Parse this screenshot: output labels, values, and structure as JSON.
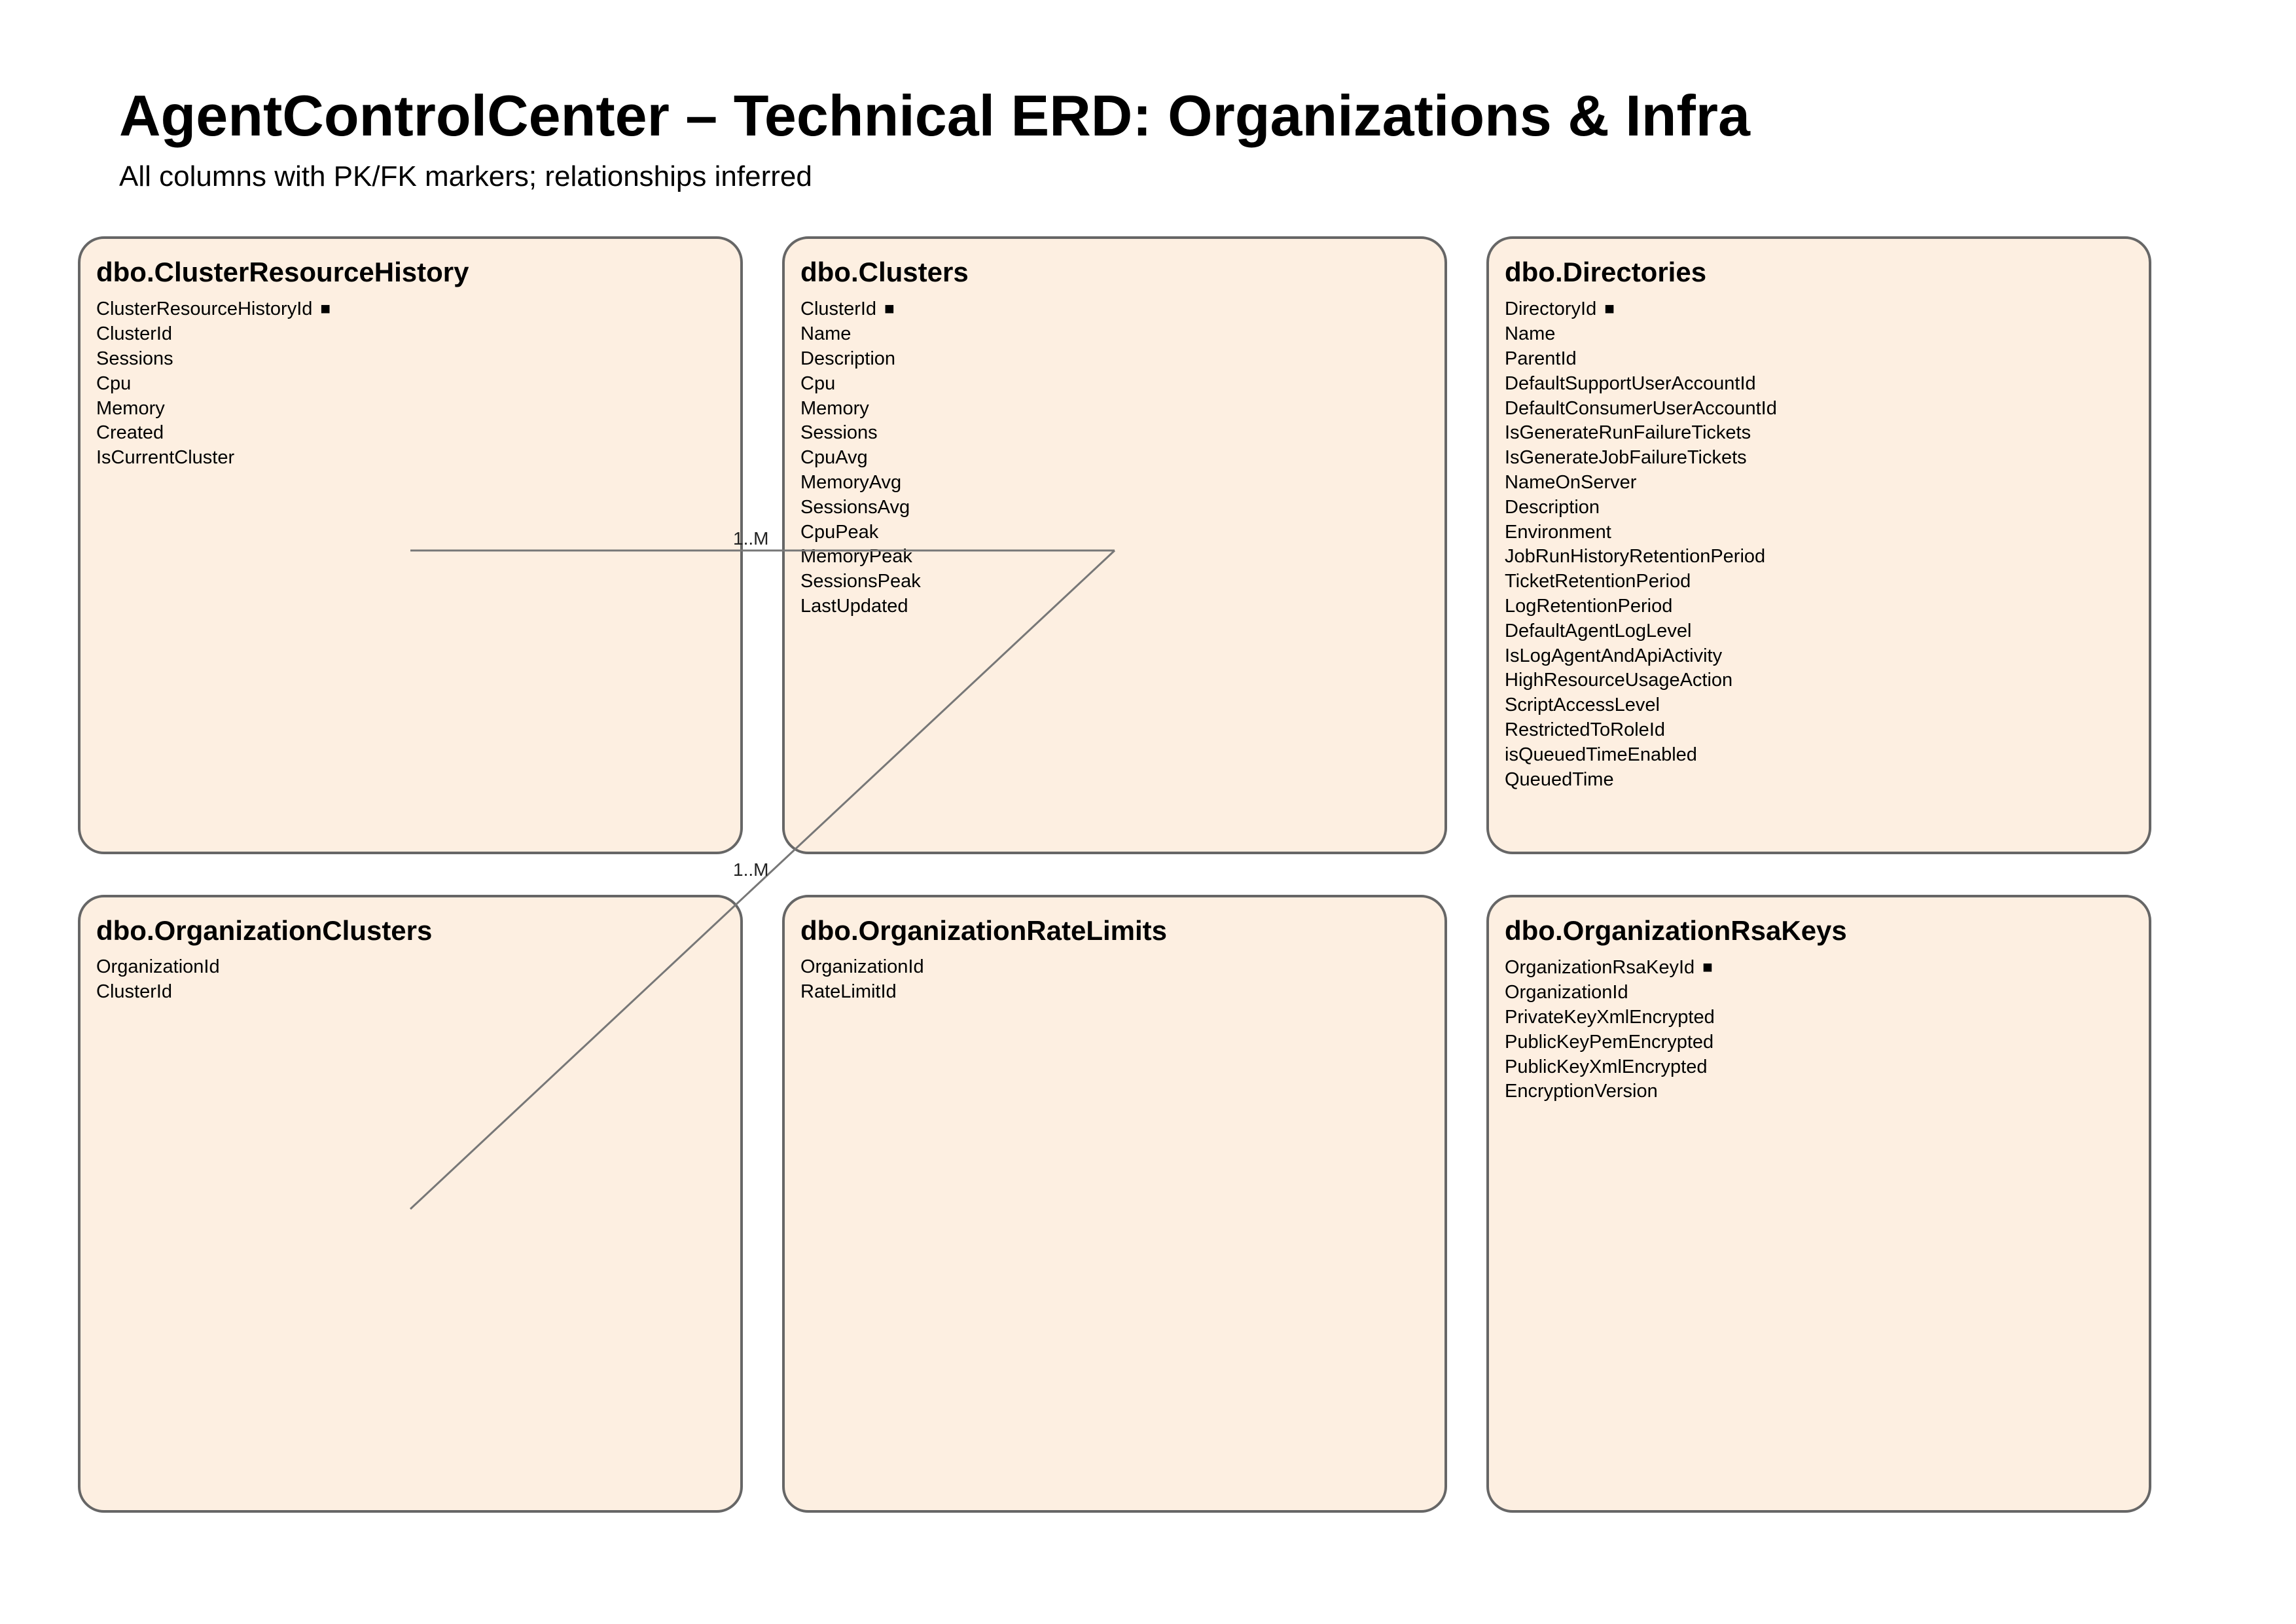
{
  "title": "AgentControlCenter – Technical ERD: Organizations & Infra",
  "subtitle": "All columns with PK/FK markers; relationships inferred",
  "pk_marker": "■",
  "entities": [
    {
      "name": "dbo.ClusterResourceHistory",
      "columns": [
        {
          "name": "ClusterResourceHistoryId",
          "pk": true
        },
        {
          "name": "ClusterId"
        },
        {
          "name": "Sessions"
        },
        {
          "name": "Cpu"
        },
        {
          "name": "Memory"
        },
        {
          "name": "Created"
        },
        {
          "name": "IsCurrentCluster"
        }
      ]
    },
    {
      "name": "dbo.Clusters",
      "columns": [
        {
          "name": "ClusterId",
          "pk": true
        },
        {
          "name": "Name"
        },
        {
          "name": "Description"
        },
        {
          "name": "Cpu"
        },
        {
          "name": "Memory"
        },
        {
          "name": "Sessions"
        },
        {
          "name": "CpuAvg"
        },
        {
          "name": "MemoryAvg"
        },
        {
          "name": "SessionsAvg"
        },
        {
          "name": "CpuPeak"
        },
        {
          "name": "MemoryPeak"
        },
        {
          "name": "SessionsPeak"
        },
        {
          "name": "LastUpdated"
        }
      ]
    },
    {
      "name": "dbo.Directories",
      "columns": [
        {
          "name": "DirectoryId",
          "pk": true
        },
        {
          "name": "Name"
        },
        {
          "name": "ParentId"
        },
        {
          "name": "DefaultSupportUserAccountId"
        },
        {
          "name": "DefaultConsumerUserAccountId"
        },
        {
          "name": "IsGenerateRunFailureTickets"
        },
        {
          "name": "IsGenerateJobFailureTickets"
        },
        {
          "name": "NameOnServer"
        },
        {
          "name": "Description"
        },
        {
          "name": "Environment"
        },
        {
          "name": "JobRunHistoryRetentionPeriod"
        },
        {
          "name": "TicketRetentionPeriod"
        },
        {
          "name": "LogRetentionPeriod"
        },
        {
          "name": "DefaultAgentLogLevel"
        },
        {
          "name": "IsLogAgentAndApiActivity"
        },
        {
          "name": "HighResourceUsageAction"
        },
        {
          "name": "ScriptAccessLevel"
        },
        {
          "name": "RestrictedToRoleId"
        },
        {
          "name": "isQueuedTimeEnabled"
        },
        {
          "name": "QueuedTime"
        }
      ]
    },
    {
      "name": "dbo.OrganizationClusters",
      "columns": [
        {
          "name": "OrganizationId"
        },
        {
          "name": "ClusterId"
        }
      ]
    },
    {
      "name": "dbo.OrganizationRateLimits",
      "columns": [
        {
          "name": "OrganizationId"
        },
        {
          "name": "RateLimitId"
        }
      ]
    },
    {
      "name": "dbo.OrganizationRsaKeys",
      "columns": [
        {
          "name": "OrganizationRsaKeyId",
          "pk": true
        },
        {
          "name": "OrganizationId"
        },
        {
          "name": "PrivateKeyXmlEncrypted"
        },
        {
          "name": "PublicKeyPemEncrypted"
        },
        {
          "name": "PublicKeyXmlEncrypted"
        },
        {
          "name": "EncryptionVersion"
        }
      ]
    }
  ],
  "relationships": [
    {
      "from": "dbo.Clusters",
      "to": "dbo.ClusterResourceHistory",
      "cardinality": "1..M"
    },
    {
      "from": "dbo.Clusters",
      "to": "dbo.OrganizationClusters",
      "cardinality": "1..M"
    }
  ]
}
